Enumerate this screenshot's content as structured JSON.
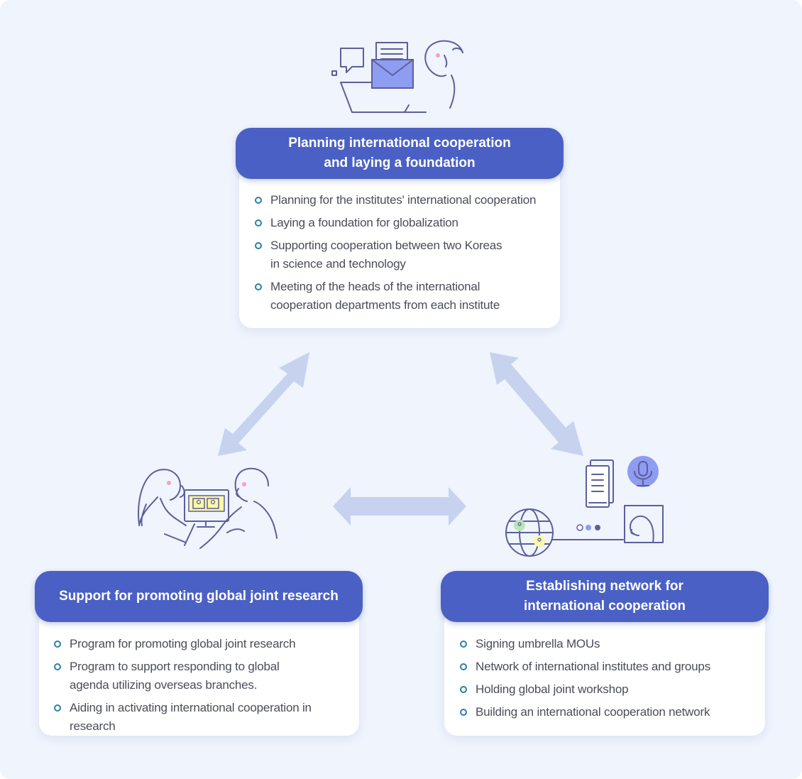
{
  "colors": {
    "background": "#eff4fd",
    "pill": "#4a60c4",
    "bullet": "#2b7fa8",
    "arrow": "#c6d2ee",
    "line_art": "#5c5f9a",
    "accent_fill": "#8e9cf2"
  },
  "top": {
    "title_line1": "Planning international cooperation",
    "title_line2": "and laying a foundation",
    "items": [
      "Planning for the institutes' international cooperation",
      "Laying a foundation for globalization",
      "Supporting cooperation between two Koreas\nin science and technology",
      "Meeting of the heads of the international\ncooperation departments from each institute"
    ]
  },
  "left": {
    "title_line1": "Support for promoting global joint research",
    "items": [
      "Program for promoting global joint research",
      "Program to support responding to global\nagenda utilizing overseas branches.",
      "Aiding in activating international cooperation in research"
    ]
  },
  "right": {
    "title_line1": "Establishing network for",
    "title_line2": "international cooperation",
    "items": [
      "Signing umbrella MOUs",
      "Network of international institutes and groups",
      "Holding global joint workshop",
      "Building an international cooperation network"
    ]
  },
  "icons": {
    "top_illustration": "email-laptop-person-icon",
    "left_illustration": "two-people-video-meeting-icon",
    "right_illustration": "globe-network-video-call-icon",
    "arrows": "double-headed-arrow-icon"
  }
}
